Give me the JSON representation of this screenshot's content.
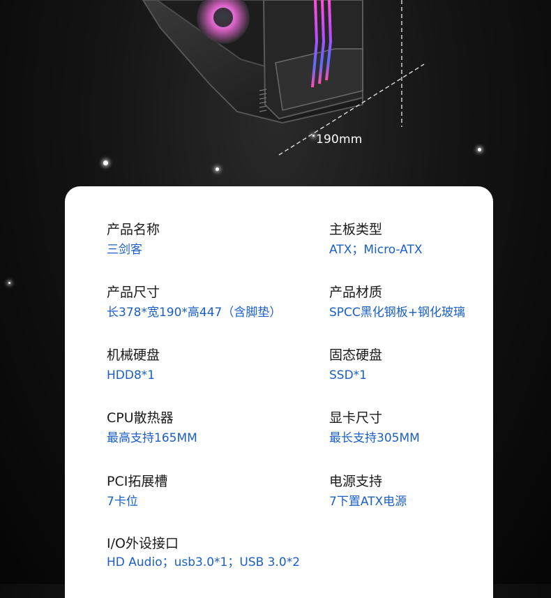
{
  "hero": {
    "dimension_label": "190mm",
    "product_image": "pc-case-product-image"
  },
  "specs": [
    {
      "title": "产品名称",
      "value": "三剑客"
    },
    {
      "title": "主板类型",
      "value": "ATX；Micro-ATX"
    },
    {
      "title": "产品尺寸",
      "value": "长378*宽190*高447（含脚垫）"
    },
    {
      "title": "产品材质",
      "value": "SPCC黑化钢板+钢化玻璃"
    },
    {
      "title": "机械硬盘",
      "value": "HDD8*1"
    },
    {
      "title": "固态硬盘",
      "value": "SSD*1"
    },
    {
      "title": "CPU散热器",
      "value": "最高支持165MM"
    },
    {
      "title": "显卡尺寸",
      "value": "最长支持305MM"
    },
    {
      "title": "PCI拓展槽",
      "value": "7卡位"
    },
    {
      "title": "电源支持",
      "value": "7下置ATX电源"
    },
    {
      "title": "I/O外设接口",
      "value": "HD Audio；usb3.0*1；USB 3.0*2"
    }
  ],
  "colors": {
    "title_text": "#1a1a1a",
    "value_text": "#1a5fc8",
    "card_background": "#ffffff",
    "page_background": "#0d0d0d",
    "rgb_accent": "#ff3fd6"
  }
}
